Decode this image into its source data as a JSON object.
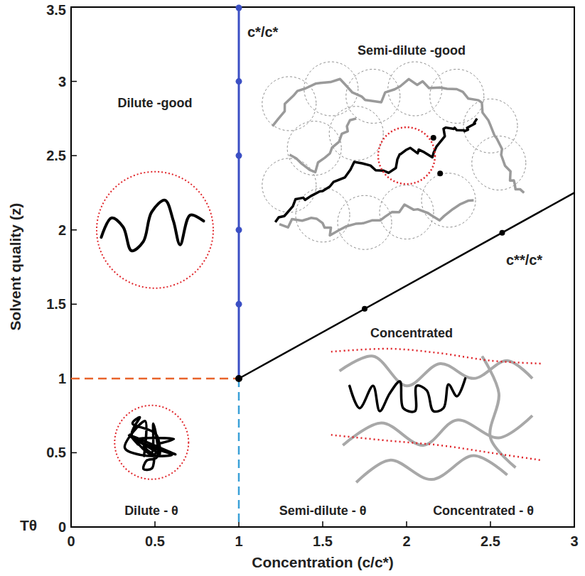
{
  "diagram": {
    "labels": [
      "c*/c*",
      "Semi-dilute -good",
      "Dilute -good",
      "c**/c*",
      "Concentrated",
      "Dilute - θ",
      "Semi-dilute - θ",
      "Concentrated - θ",
      "Solvent quality (z)",
      "Concentration (c/c*)",
      "Tθ",
      "0",
      "0.5",
      "1",
      "1.5",
      "2",
      "2.5",
      "3",
      "3.5",
      "0",
      "0.5",
      "1",
      "1.5",
      "2",
      "2.5",
      "3"
    ]
  }
}
